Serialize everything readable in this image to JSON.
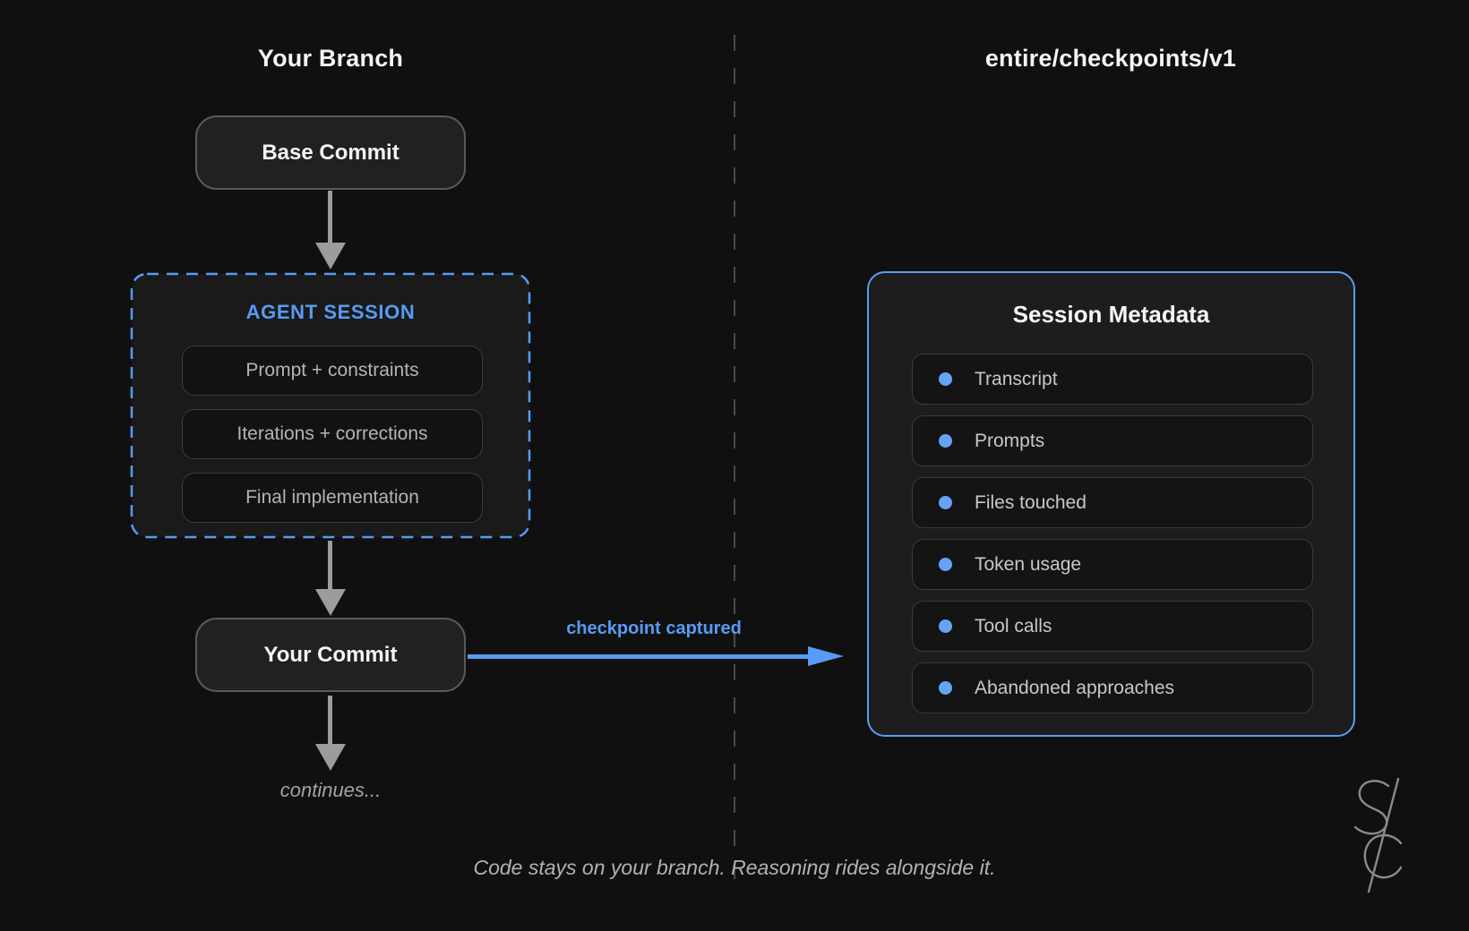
{
  "titles": {
    "left": "Your Branch",
    "right": "entire/checkpoints/v1"
  },
  "left_column": {
    "base_commit_label": "Base Commit",
    "agent_session": {
      "label": "AGENT SESSION",
      "steps": [
        "Prompt + constraints",
        "Iterations + corrections",
        "Final implementation"
      ]
    },
    "your_commit_label": "Your Commit",
    "continues_label": "continues..."
  },
  "flow": {
    "checkpoint_label": "checkpoint captured"
  },
  "right_column": {
    "panel_title": "Session Metadata",
    "items": [
      "Transcript",
      "Prompts",
      "Files touched",
      "Token usage",
      "Tool calls",
      "Abandoned approaches"
    ]
  },
  "caption": "Code stays on your branch. Reasoning rides alongside it.",
  "logo": {
    "monogram": "SC"
  },
  "colors": {
    "background": "#101010",
    "accent_blue": "#579bf5",
    "bullet_blue": "#66a3f5",
    "arrow_gray": "#9c9c9c",
    "divider_gray": "#4a4a4a"
  }
}
